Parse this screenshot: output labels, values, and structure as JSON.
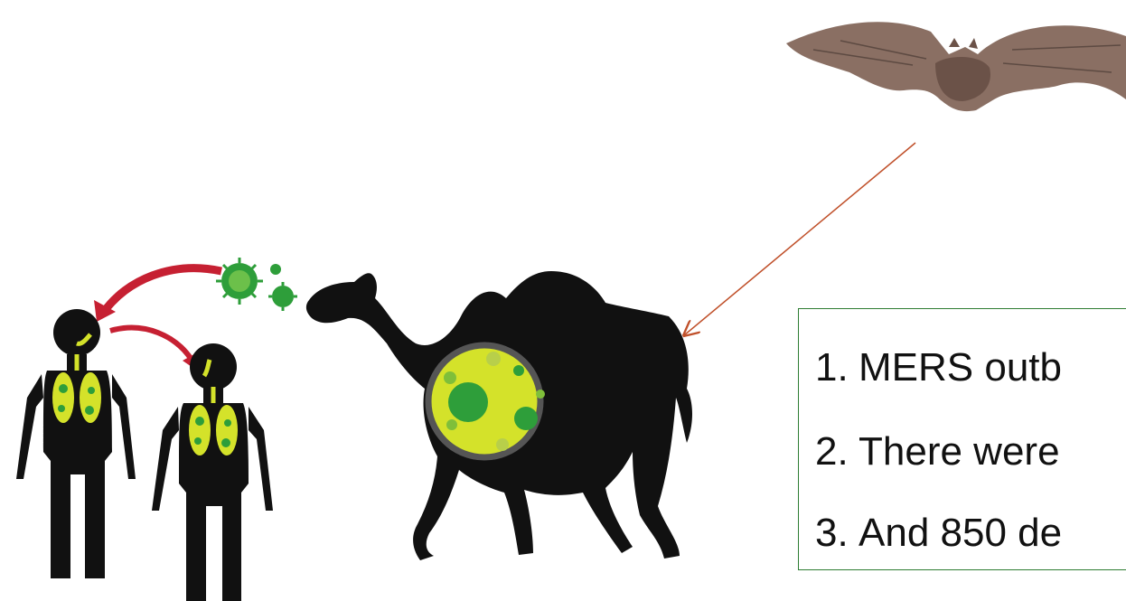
{
  "facts": [
    {
      "number": "1.",
      "text": "MERS outb"
    },
    {
      "number": "2.",
      "text": "There were"
    },
    {
      "number": "3.",
      "text": "And 850 de"
    }
  ],
  "colors": {
    "silhouette": "#111111",
    "lungs": "#d4e22a",
    "virus": "#2e9e3a",
    "transmission_arrow": "#c62032",
    "bat_arrow": "#c0502a",
    "box_border": "#2e7d32",
    "bat_wing": "#8a6f63"
  }
}
